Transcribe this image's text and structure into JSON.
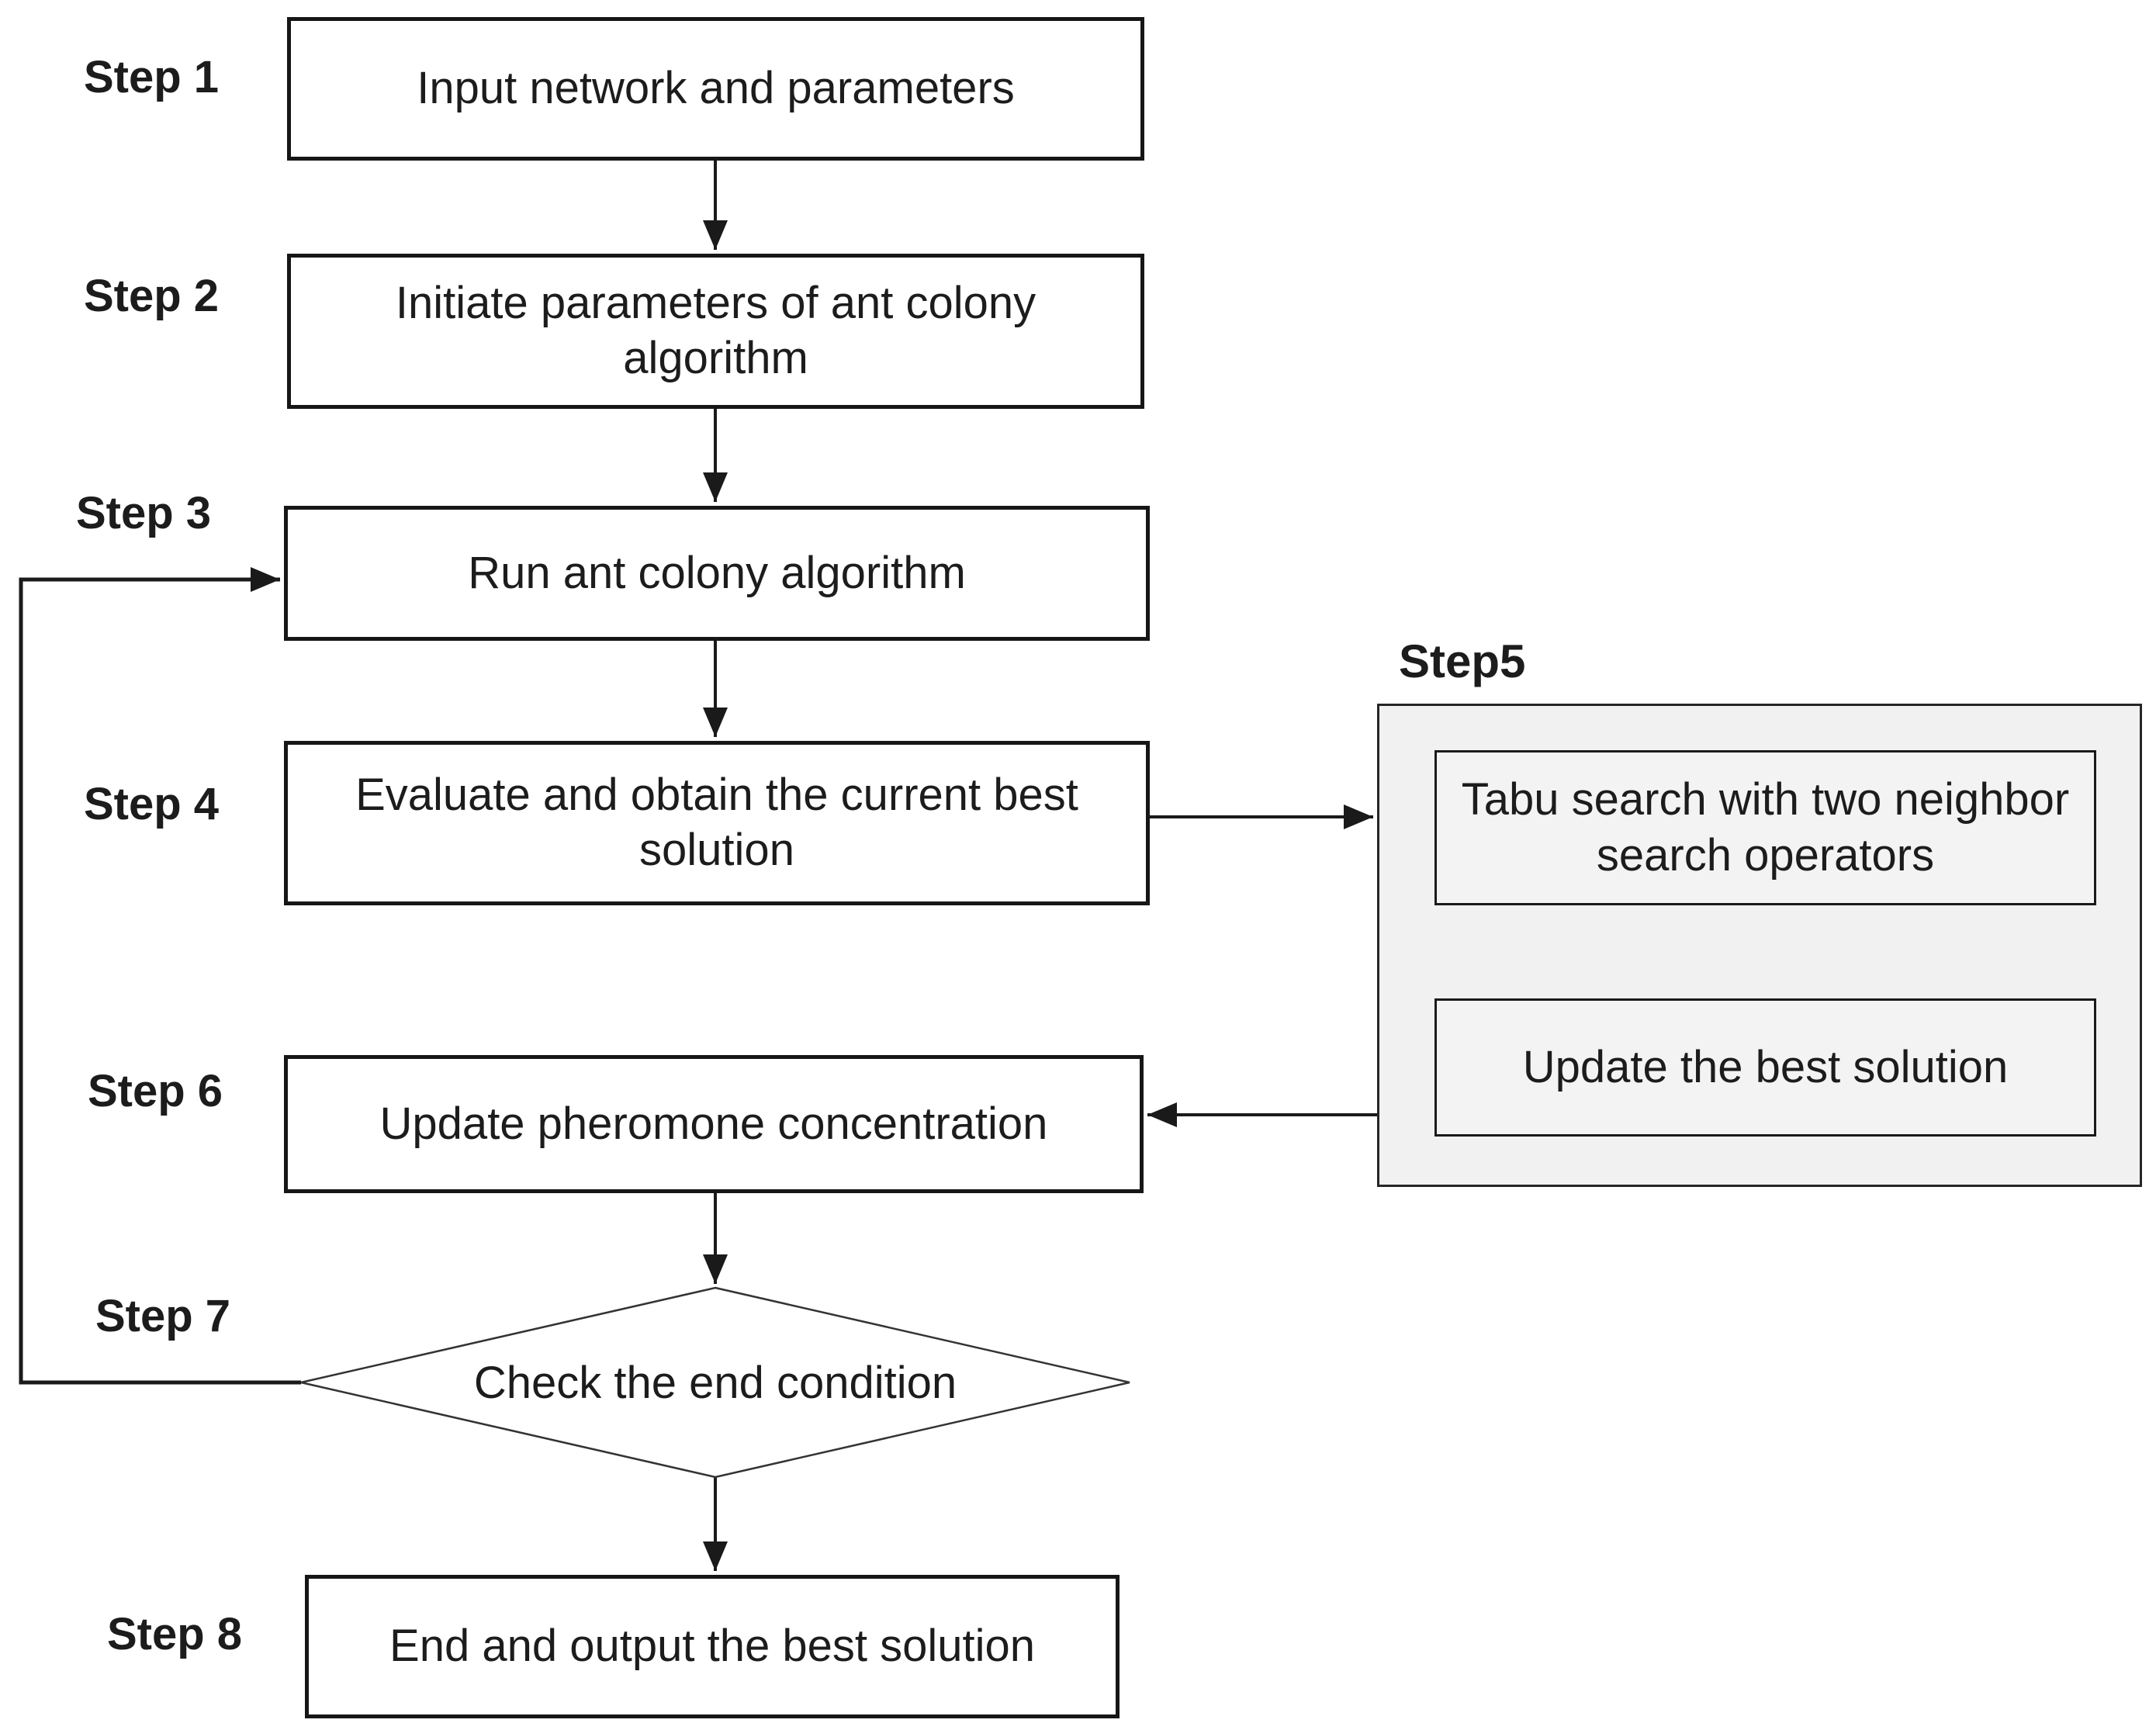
{
  "diagram": {
    "type": "flowchart",
    "steps": {
      "step1": {
        "label": "Step 1",
        "text": "Input network and parameters"
      },
      "step2": {
        "label": "Step 2",
        "text": "Initiate parameters of ant colony algorithm"
      },
      "step3": {
        "label": "Step 3",
        "text": "Run ant colony algorithm"
      },
      "step4": {
        "label": "Step 4",
        "text": "Evaluate and obtain the current best solution"
      },
      "step5": {
        "label": "Step5",
        "tabu": "Tabu search with two neighbor search operators",
        "update": "Update the best solution"
      },
      "step6": {
        "label": "Step 6",
        "text": "Update pheromone concentration"
      },
      "step7": {
        "label": "Step 7",
        "text": "Check the end condition"
      },
      "step8": {
        "label": "Step 8",
        "text": "End and output the best solution"
      }
    },
    "edges": [
      "step1 -> step2",
      "step2 -> step3",
      "step3 -> step4",
      "step4 -> step5.tabu",
      "step5.tabu -> step5.update",
      "step5 -> step6",
      "step6 -> step7",
      "step7 -> step8",
      "step7 -> step3 (loop back)"
    ],
    "colors": {
      "line": "#1a1a1a",
      "box_fill": "#ffffff",
      "group_fill": "#f1f1f1",
      "text": "#1c1c1c",
      "background": "#ffffff"
    }
  }
}
